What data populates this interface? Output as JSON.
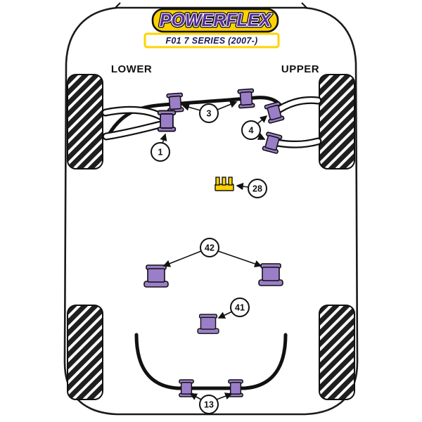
{
  "header": {
    "brand": "POWERFLEX",
    "model": "F01 7 SERIES (2007-)"
  },
  "labels": {
    "lower": "LOWER",
    "upper": "UPPER"
  },
  "callouts": [
    {
      "id": "1"
    },
    {
      "id": "3"
    },
    {
      "id": "4"
    },
    {
      "id": "28"
    },
    {
      "id": "42"
    },
    {
      "id": "41"
    },
    {
      "id": "13"
    }
  ],
  "colors": {
    "brand_yellow": "#FFD200",
    "bushing_purple": "#9B7EC8",
    "logo_purple": "#5A2D91",
    "model_navy": "#1A1A5E",
    "line_black": "#1A1A1A"
  }
}
